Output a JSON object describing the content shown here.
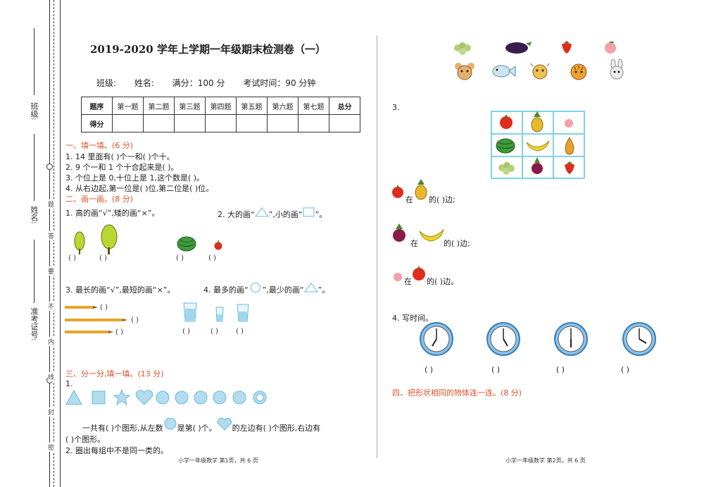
{
  "binding": {
    "class_label": "班级:",
    "name_label": "姓名:",
    "exam_no_label": "准考证号:",
    "seal_chars": [
      "密",
      "封",
      "线",
      "内",
      "不",
      "要",
      "答",
      "题"
    ]
  },
  "header": {
    "title": "2019-2020 学年上学期一年级期末检测卷（一）",
    "class": "班级:",
    "name": "姓名:",
    "full_score": "满分：100 分",
    "exam_time": "考试时间：90 分钟"
  },
  "score_table": {
    "row1": [
      "题序",
      "第一题",
      "第二题",
      "第三题",
      "第四题",
      "第五题",
      "第六题",
      "第七题",
      "总分"
    ],
    "row2_label": "得分"
  },
  "section1": {
    "title": "一、填一填。(6 分)",
    "q1": "1. 14 里面有(       )个一和(       )个十。",
    "q2": "2. 9 个一和 1 个十合起来是(       )。",
    "q3": "3. 个位上是 0,十位上是 1,这个数是(       )。",
    "q4": "4. 从右边起,第一位是(       )位,第二位是(       )位。"
  },
  "section2": {
    "title": "二、画一画。(8 分)",
    "q1": "1. 高的画“√”,矮的画“×”。",
    "q2a": "2. 大的画“",
    "q2b": "”,小的画“",
    "q2c": "”。",
    "q3": "3. 最长的画“√”,最短的画“×”。",
    "q4a": "4. 最多的画“",
    "q4b": "”,最少的画“",
    "q4c": "”。",
    "paren": "(      )"
  },
  "section3": {
    "title": "三、分一分,填一填。(13 分)",
    "q1": "1.",
    "line1a": "一共有(       )个图形,从左数",
    "line1b": "是第(       )个。",
    "line1c": "的左边有(       )个图形,右边有",
    "line2": "(       )个图形。",
    "q2": "2. 圈出每组中不是同一类的。"
  },
  "right": {
    "q3": "3.",
    "pos1a": "在",
    "pos1b": "的(       )边;",
    "pos2a": "在",
    "pos2b": "的(       )边;",
    "pos3a": "在",
    "pos3b": "的(       )边。",
    "q4": "4. 写时间。",
    "clock_paren": "(       )",
    "section4": "四、把形状相同的物体连一连。(8 分)"
  },
  "footer": {
    "left": "小学一年级数学    第1页，共 6 页",
    "right": "小学一年级数学  第2页，共 6 页"
  },
  "colors": {
    "section": "#e0502a",
    "grid": "#7fd3e5",
    "clock": "#3a8fd0"
  }
}
